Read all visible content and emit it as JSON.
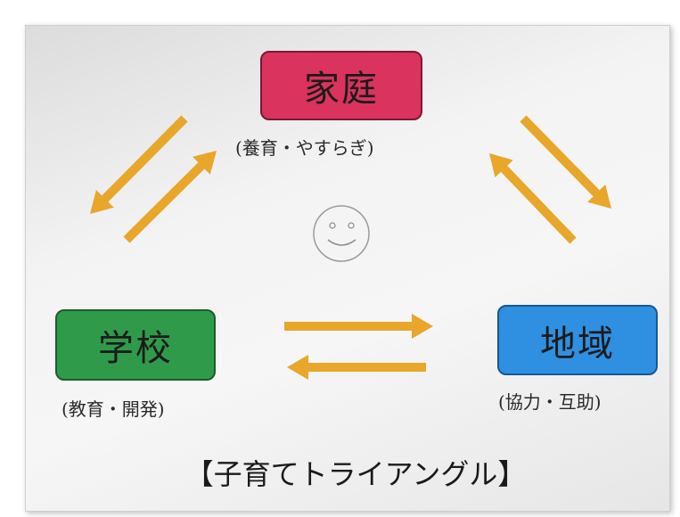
{
  "diagram": {
    "nodes": {
      "home": {
        "label": "家庭",
        "sub": "(養育・やすらぎ)",
        "color": "#d9335e"
      },
      "school": {
        "label": "学校",
        "sub": "(教育・開発)",
        "color": "#2f9b4a"
      },
      "community": {
        "label": "地域",
        "sub": "(協力・互助)",
        "color": "#2f8fe0"
      }
    },
    "arrow_color": "#e8a62a",
    "center_icon": "smiley-face-icon",
    "caption": "【子育てトライアングル】"
  }
}
